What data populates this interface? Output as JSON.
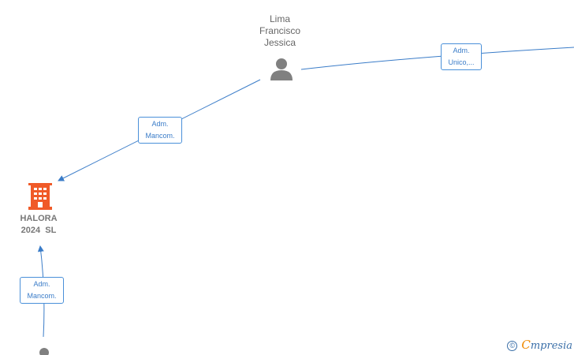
{
  "nodes": {
    "person_top": {
      "name_lines": [
        "Lima",
        "Francisco",
        "Jessica"
      ],
      "icon": "person-icon"
    },
    "company": {
      "name_lines": [
        "HALORA",
        "2024  SL"
      ],
      "icon": "building-icon"
    },
    "person_bottom": {
      "icon": "person-icon"
    }
  },
  "edges": {
    "top_to_right": {
      "label_lines": [
        "Adm.",
        "Unico,..."
      ]
    },
    "top_to_company": {
      "label_lines": [
        "Adm.",
        "Mancom."
      ]
    },
    "bottom_to_company": {
      "label_lines": [
        "Adm.",
        "Mancom."
      ]
    }
  },
  "brand": {
    "copyright_symbol": "©",
    "initial": "C",
    "rest": "mpresia"
  },
  "colors": {
    "edge": "#3a7cc8",
    "person": "#808080",
    "company": "#f05a28"
  }
}
